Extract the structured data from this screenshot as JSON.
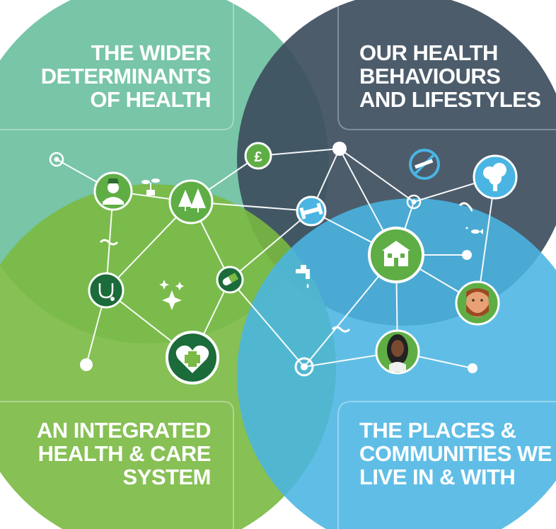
{
  "quadrants": [
    {
      "id": "wider",
      "lines": [
        "THE WIDER",
        "DETERMINANTS",
        "OF HEALTH"
      ]
    },
    {
      "id": "behaviours",
      "lines": [
        "OUR HEALTH",
        "BEHAVIOURS",
        "AND LIFESTYLES"
      ]
    },
    {
      "id": "integrated",
      "lines": [
        "AN INTEGRATED",
        "HEALTH & CARE",
        "SYSTEM"
      ]
    },
    {
      "id": "places",
      "lines": [
        "THE PLACES &",
        "COMMUNITIES WE",
        "LIVE IN & WITH"
      ]
    }
  ],
  "icons": {
    "money_symbol": "£"
  },
  "colors": {
    "teal": "#6bbf9e",
    "slate": "#3e4f5f",
    "green": "#7cb944",
    "blue": "#4db8e6",
    "dark_green": "#1c6b3a",
    "node_green": "#5fae45"
  }
}
